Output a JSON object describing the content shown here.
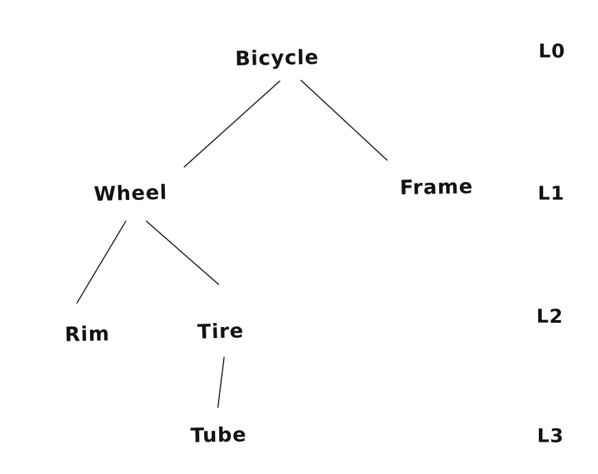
{
  "diagram": {
    "type": "tree",
    "description": "Hand-drawn hierarchy tree of bicycle parts with depth level labels",
    "nodes": {
      "bicycle": {
        "label": "Bicycle",
        "level": "L0"
      },
      "wheel": {
        "label": "Wheel",
        "level": "L1"
      },
      "frame": {
        "label": "Frame",
        "level": "L1"
      },
      "rim": {
        "label": "Rim",
        "level": "L2"
      },
      "tire": {
        "label": "Tire",
        "level": "L2"
      },
      "tube": {
        "label": "Tube",
        "level": "L3"
      }
    },
    "edges": [
      {
        "from": "Bicycle",
        "to": "Wheel"
      },
      {
        "from": "Bicycle",
        "to": "Frame"
      },
      {
        "from": "Wheel",
        "to": "Rim"
      },
      {
        "from": "Wheel",
        "to": "Tire"
      },
      {
        "from": "Tire",
        "to": "Tube"
      }
    ],
    "levels": {
      "l0": "L0",
      "l1": "L1",
      "l2": "L2",
      "l3": "L3"
    },
    "colors": {
      "ink": "#1b1b1b",
      "background": "#ffffff"
    }
  }
}
